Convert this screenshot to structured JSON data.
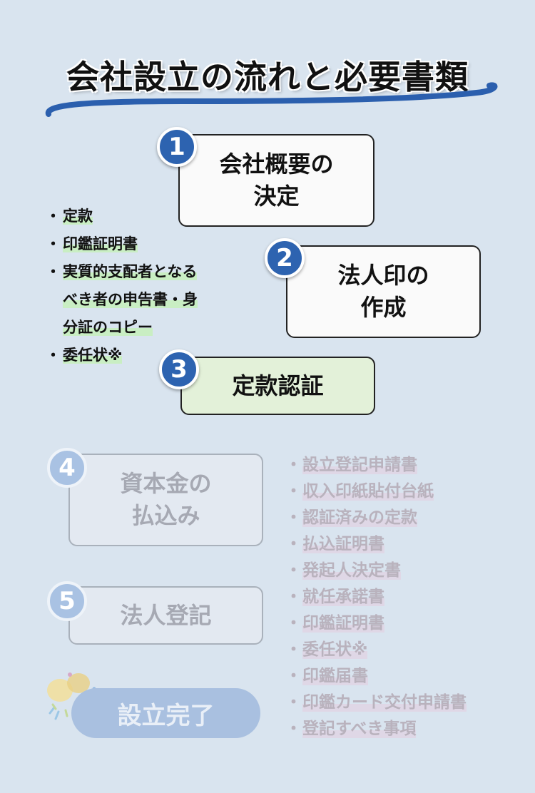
{
  "title": "会社設立の流れと必要書類",
  "steps": [
    {
      "number": "1",
      "label": "会社概要の\n決定"
    },
    {
      "number": "2",
      "label": "法人印の\n作成"
    },
    {
      "number": "3",
      "label": "定款認証"
    },
    {
      "number": "4",
      "label": "資本金の\n払込み"
    },
    {
      "number": "5",
      "label": "法人登記"
    }
  ],
  "certification_docs": [
    "定款",
    "印鑑証明書",
    "実質的支配者となる\nべき者の申告書・身\n分証のコピー",
    "委任状※"
  ],
  "registration_docs": [
    "設立登記申請書",
    "収入印紙貼付台紙",
    "認証済みの定款",
    "払込証明書",
    "発起人決定書",
    "就任承諾書",
    "印鑑証明書",
    "委任状※",
    "印鑑届書",
    "印鑑カード交付申請書",
    "登記すべき事項"
  ],
  "completion_label": "設立完了",
  "colors": {
    "accent": "#2d63b0",
    "active_step": "#e3f1d9",
    "highlight": "#c9eec3",
    "background": "#d9e4ef"
  }
}
